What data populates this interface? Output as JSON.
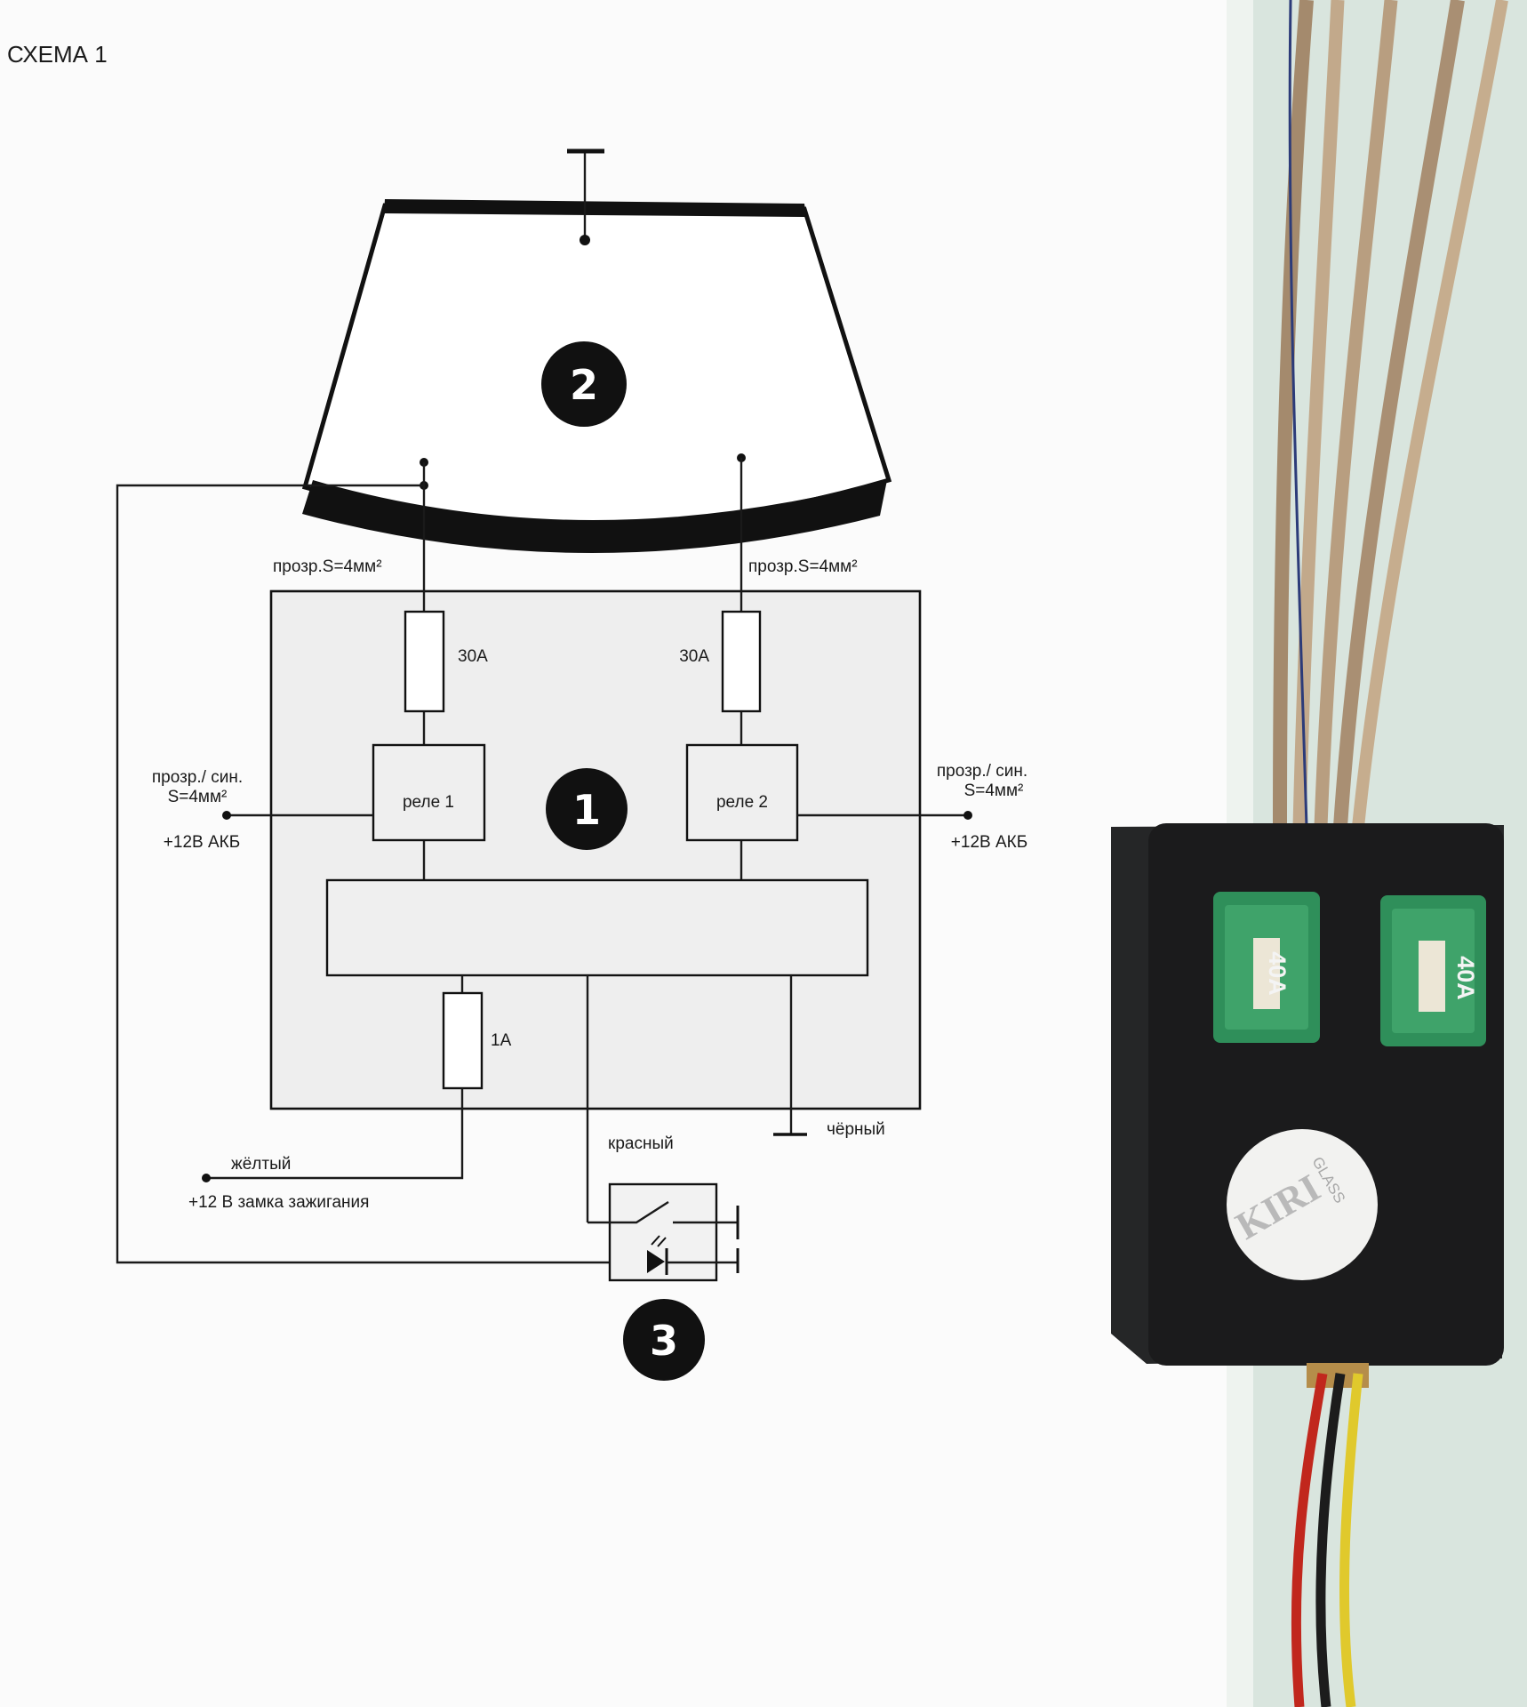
{
  "page_title": "СХЕМА 1",
  "markers": {
    "module": "1",
    "window": "2",
    "button": "3"
  },
  "labels": {
    "wire_left_top": "прозр.S=4мм²",
    "wire_right_top": "прозр.S=4мм²",
    "fuse_left": "30А",
    "fuse_right": "30А",
    "fuse_bottom": "1А",
    "relay_1": "реле 1",
    "relay_2": "реле 2",
    "left_power_line1": "прозр./ син.",
    "left_power_line2": "S=4мм²",
    "left_power_line3": "+12В АКБ",
    "right_power_line1": "прозр./ син.",
    "right_power_line2": "S=4мм²",
    "right_power_line3": "+12В АКБ",
    "yellow_wire": "жёлтый",
    "ignition": "+12 В замка зажигания",
    "red_wire": "красный",
    "black_wire": "чёрный"
  },
  "device": {
    "fuse_left_rating": "40A",
    "fuse_right_rating": "40A",
    "sticker_brand": "KIRI",
    "sticker_sub": "GLASS"
  },
  "colors": {
    "ink": "#1a1a1a",
    "module_fill": "#eeeeee",
    "device_body": "#1b1b1c",
    "fuse_green": "#2f8f5a",
    "wire_red": "#c1271d",
    "wire_yellow": "#e0c92c",
    "wire_copper": "#b89a76",
    "wall": "#d7e4dc"
  }
}
